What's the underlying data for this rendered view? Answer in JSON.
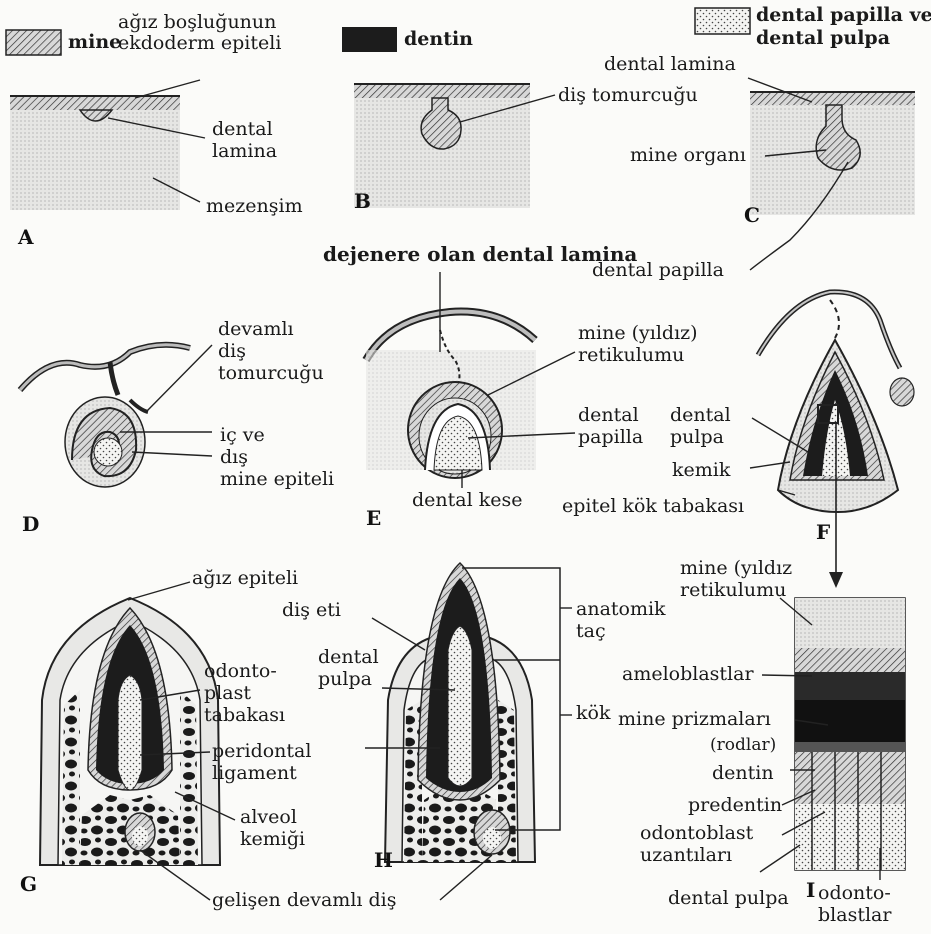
{
  "legend": {
    "mine": "mine",
    "dentin": "dentin",
    "papilla": "dental papilla ve\ndental pulpa",
    "mine_color": "#8a8a8a",
    "dentin_color": "#1c1c1c"
  },
  "panels": {
    "A": {
      "id": "A",
      "labels": {
        "epitel": "ağız boşluğunun\nekdoderm epiteli",
        "lamina": "dental\nlamina",
        "mezensim": "mezenşim"
      }
    },
    "B": {
      "id": "B",
      "labels": {
        "tomurcuk": "diş tomurcuğu"
      }
    },
    "C": {
      "id": "C",
      "labels": {
        "lamina": "dental lamina",
        "organ": "mine organı",
        "papilla": "dental papilla"
      }
    },
    "D": {
      "id": "D",
      "labels": {
        "devamli": "devamlı\ndiş\ntomurcuğu",
        "ic_dis": "iç ve\ndış\nmine epiteli"
      }
    },
    "E": {
      "id": "E",
      "labels": {
        "dejenere": "dejenere olan dental lamina",
        "retikulum": "mine (yıldız)\nretikulumu",
        "papilla": "dental\npapilla",
        "kese": "dental kese"
      }
    },
    "F": {
      "id": "F",
      "labels": {
        "pulpa": "dental\npulpa",
        "kemik": "kemik",
        "kok": "epitel kök tabakası"
      }
    },
    "G": {
      "id": "G",
      "labels": {
        "agiz": "ağız epiteli",
        "odonto": "odonto-\nplast\ntabakası",
        "peri": "peridontal\nligament",
        "alveol": "alveol\nkemiği",
        "gelisen": "gelişen devamlı diş"
      }
    },
    "H": {
      "id": "H",
      "labels": {
        "dis_eti": "diş eti",
        "pulpa": "dental\npulpa",
        "anatomik": "anatomik\ntaç",
        "kok": "kök"
      }
    },
    "I": {
      "id": "I",
      "labels": {
        "retikulum": "mine (yıldız\nretikulumu",
        "ameloblast": "ameloblastlar",
        "prizma": "mine prizmaları",
        "rodlar": "(rodlar)",
        "dentin": "dentin",
        "predentin": "predentin",
        "uzanti": "odontoblast\nuzantıları",
        "pulpa": "dental pulpa",
        "odontoblast": "odonto-\nblastlar"
      }
    }
  }
}
